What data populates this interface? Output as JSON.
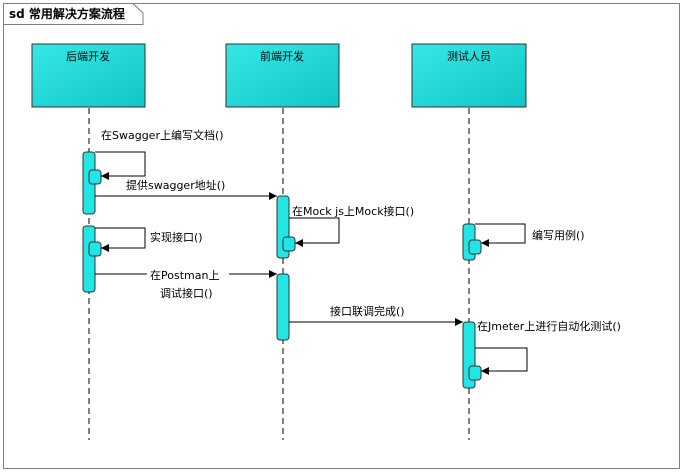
{
  "frame": {
    "title": "sd 常用解决方案流程"
  },
  "actors": [
    {
      "id": "backend",
      "label": "后端开发"
    },
    {
      "id": "frontend",
      "label": "前端开发"
    },
    {
      "id": "tester",
      "label": "测试人员"
    }
  ],
  "messages": [
    {
      "id": "m1",
      "label": "在Swagger上编写文档()"
    },
    {
      "id": "m2",
      "label": "提供swagger地址()"
    },
    {
      "id": "m3",
      "label": "在Mock js上Mock接口()"
    },
    {
      "id": "m4",
      "label": "实现接口()"
    },
    {
      "id": "m5",
      "label": "编写用例()"
    },
    {
      "id": "m6_line1",
      "label": "在Postman上"
    },
    {
      "id": "m6_line2",
      "label": "调试接口()"
    },
    {
      "id": "m7",
      "label": "接口联调完成()"
    },
    {
      "id": "m8",
      "label": "在Jmeter上进行自动化测试()"
    }
  ],
  "colors": {
    "actor_fill": "#22D8D8",
    "activation_fill": "#22E6E6",
    "line": "#000000",
    "frame_border": "#7F7F7F"
  }
}
